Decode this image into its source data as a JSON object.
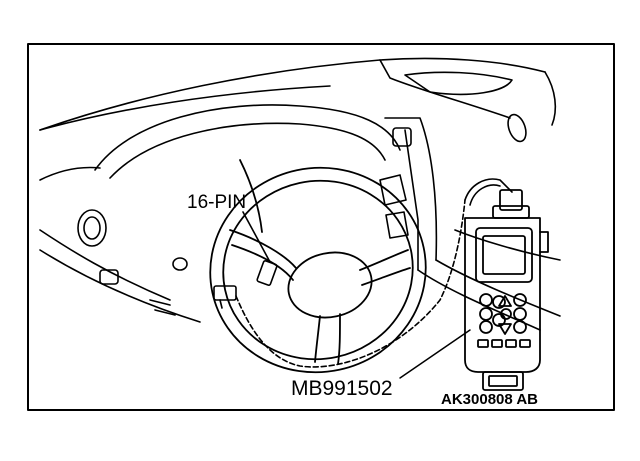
{
  "figure": {
    "connector_label": "16-PIN",
    "tool_label": "MB991502",
    "reference_code": "AK300808 AB"
  },
  "colors": {
    "ink": "#000000",
    "paper": "#ffffff"
  },
  "icons": [
    "dashboard-illustration",
    "steering-wheel",
    "diagnostic-connector",
    "scan-tool",
    "cable"
  ]
}
